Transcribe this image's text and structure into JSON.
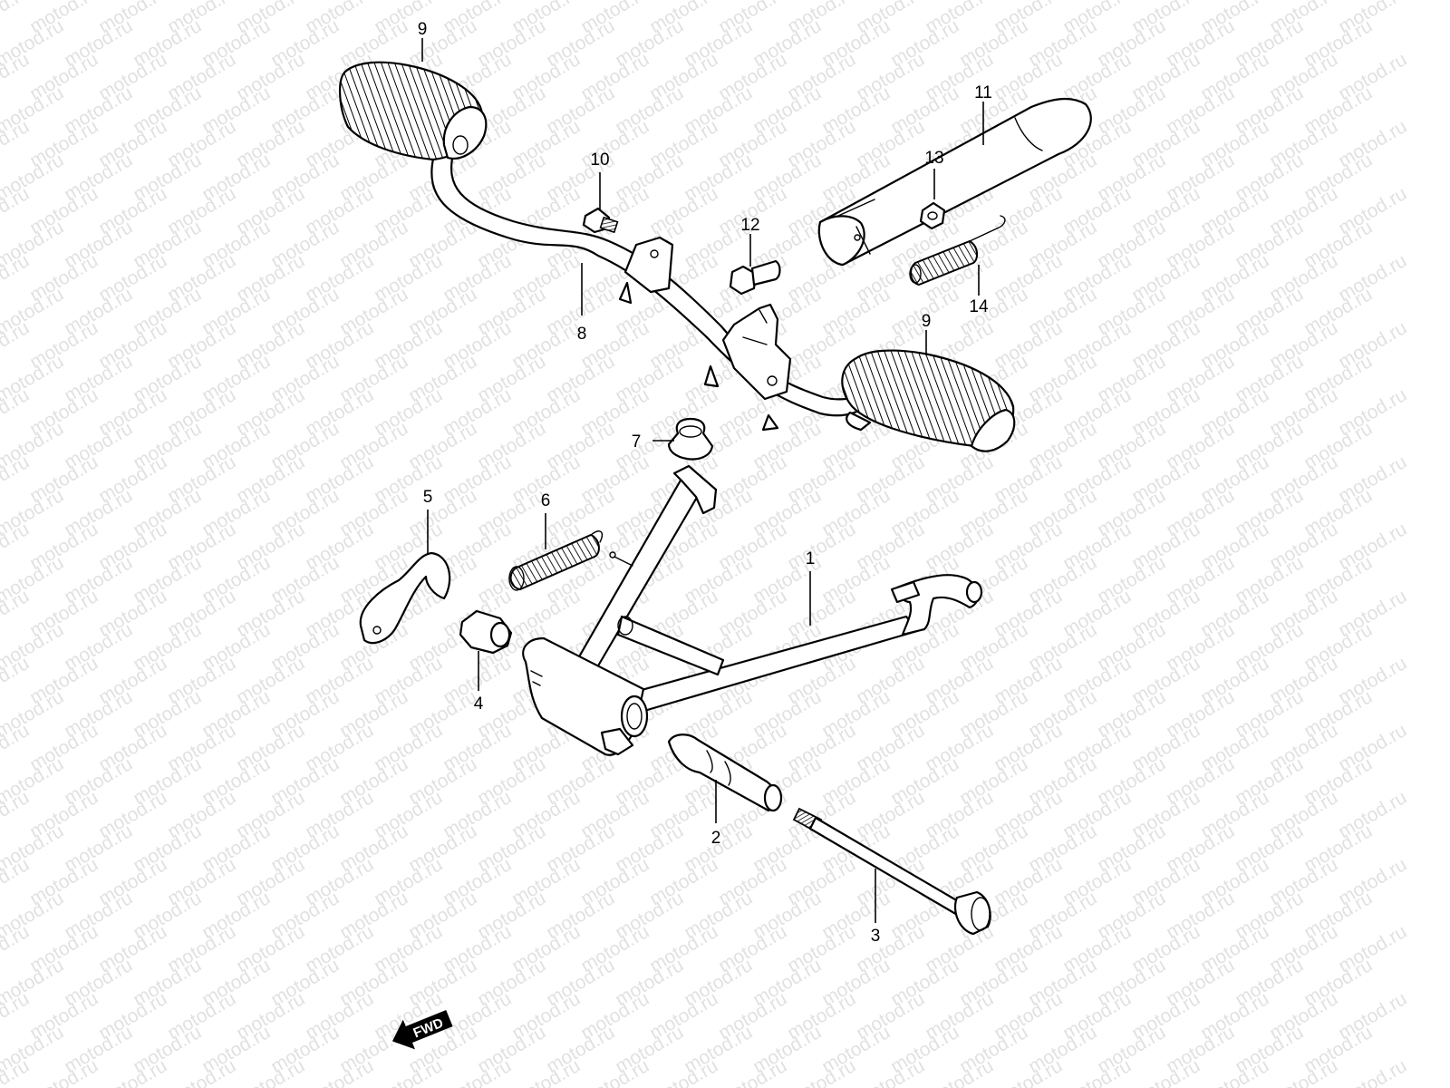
{
  "watermark": "motod.ru",
  "fwd_label": "FWD",
  "callouts": {
    "c1": "1",
    "c2": "2",
    "c3": "3",
    "c4": "4",
    "c5": "5",
    "c6": "6",
    "c7": "7",
    "c8": "8",
    "c9a": "9",
    "c9b": "9",
    "c10": "10",
    "c11": "11",
    "c12": "12",
    "c13": "13",
    "c14": "14"
  },
  "colors": {
    "line": "#000000",
    "background": "#ffffff",
    "watermark": "#bdbdbd"
  }
}
